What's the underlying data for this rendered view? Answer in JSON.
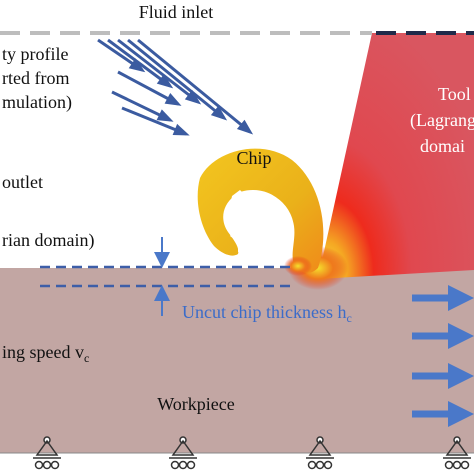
{
  "labels": {
    "fluid_inlet": "Fluid inlet",
    "velocity_profile_line1": "ty profile",
    "velocity_profile_line2": "rted from",
    "velocity_profile_line3": "mulation)",
    "fluid_outlet": "outlet",
    "eulerian_domain": "rian domain)",
    "chip": "Chip",
    "tool_line1": "Tool",
    "tool_line2": "(Lagrang",
    "tool_line3": "domai",
    "uncut_chip_thickness": "Uncut chip thickness h",
    "uncut_chip_thickness_sub": "c",
    "cutting_speed": "ing speed v",
    "cutting_speed_sub": "c",
    "workpiece": "Workpiece"
  },
  "colors": {
    "workpiece": "#c2a6a3",
    "tool_outer": "#d94b57",
    "tool_hot": "#f5d02a",
    "chip_inner": "#f7d21f",
    "chip_outer": "#e8b81a",
    "arrow_blue": "#4a78c9",
    "dashed_blue": "#3d5ea8",
    "inlet_dash": "#bdbdbd",
    "profile_arrow": "#3b5ba0",
    "text": "#111111",
    "uncut_text": "#3b6cc9"
  },
  "icons": {
    "boundary_support": "pinned-roller-support-icon",
    "velocity_arrow": "right-arrow-icon",
    "profile_arrow": "diagonal-arrow-icon"
  }
}
